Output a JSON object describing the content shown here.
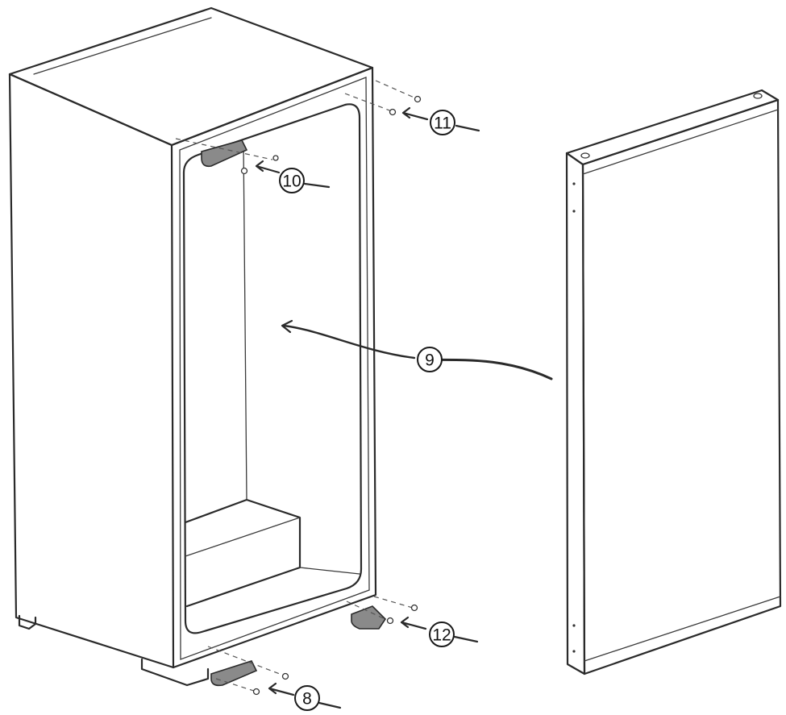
{
  "diagram": {
    "callouts": [
      {
        "id": "8",
        "label": "8"
      },
      {
        "id": "9",
        "label": "9"
      },
      {
        "id": "10",
        "label": "10"
      },
      {
        "id": "11",
        "label": "11"
      },
      {
        "id": "12",
        "label": "12"
      }
    ],
    "colors": {
      "line": "#2a2a2a",
      "hinge_fill": "#8a8a8a",
      "background": "#ffffff"
    }
  }
}
